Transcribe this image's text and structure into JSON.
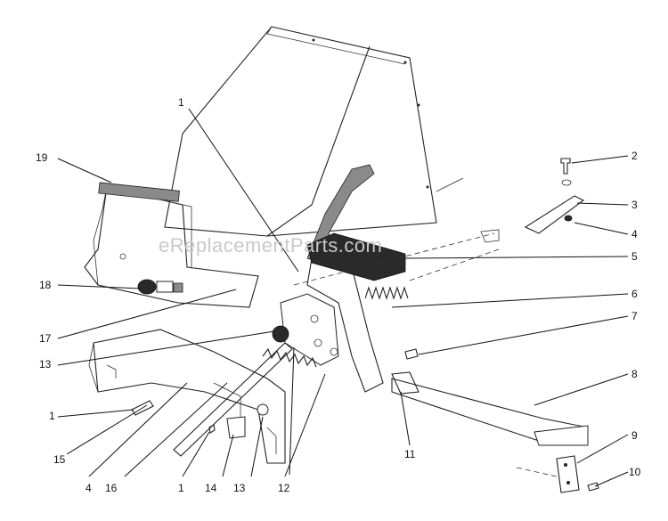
{
  "watermark": "eReplacementParts.com",
  "callouts": {
    "c1a": "1",
    "c2": "2",
    "c3": "3",
    "c4a": "4",
    "c5": "5",
    "c6": "6",
    "c7": "7",
    "c8": "8",
    "c9": "9",
    "c10": "10",
    "c11": "11",
    "c12": "12",
    "c13a": "13",
    "c14": "14",
    "c13b": "13",
    "c15": "15",
    "c16": "16",
    "c17": "17",
    "c18": "18",
    "c19": "19",
    "c1b": "1",
    "c1c": "1",
    "c4b": "4"
  }
}
